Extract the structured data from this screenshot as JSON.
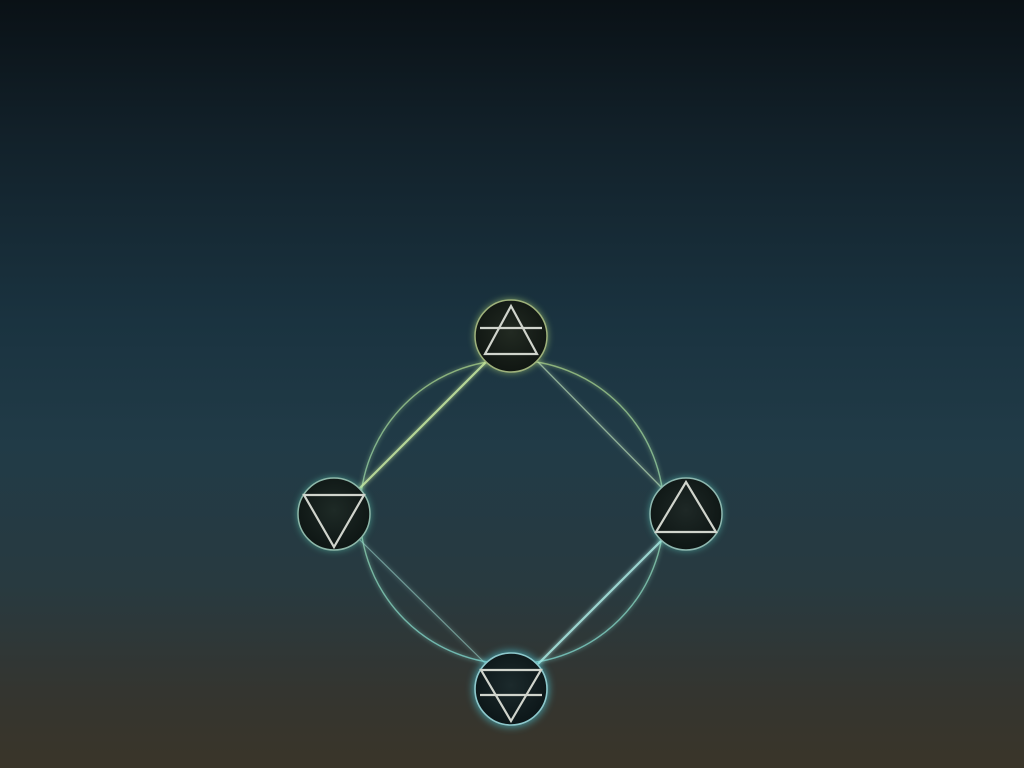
{
  "scene": {
    "nodes": [
      {
        "id": "air",
        "icon": "air-element-icon",
        "glow": "#b8e07a",
        "ring": "#9fb27c"
      },
      {
        "id": "water",
        "icon": "water-element-icon",
        "glow": "#5fd6b8",
        "ring": "#8fb8aa"
      },
      {
        "id": "fire",
        "icon": "fire-element-icon",
        "glow": "#5fd6c4",
        "ring": "#8fb8b0"
      },
      {
        "id": "earth",
        "icon": "earth-element-icon",
        "glow": "#4fd8e8",
        "ring": "#8ec8cc"
      }
    ],
    "link_color": "#8fd0b8",
    "active_node": "earth"
  }
}
